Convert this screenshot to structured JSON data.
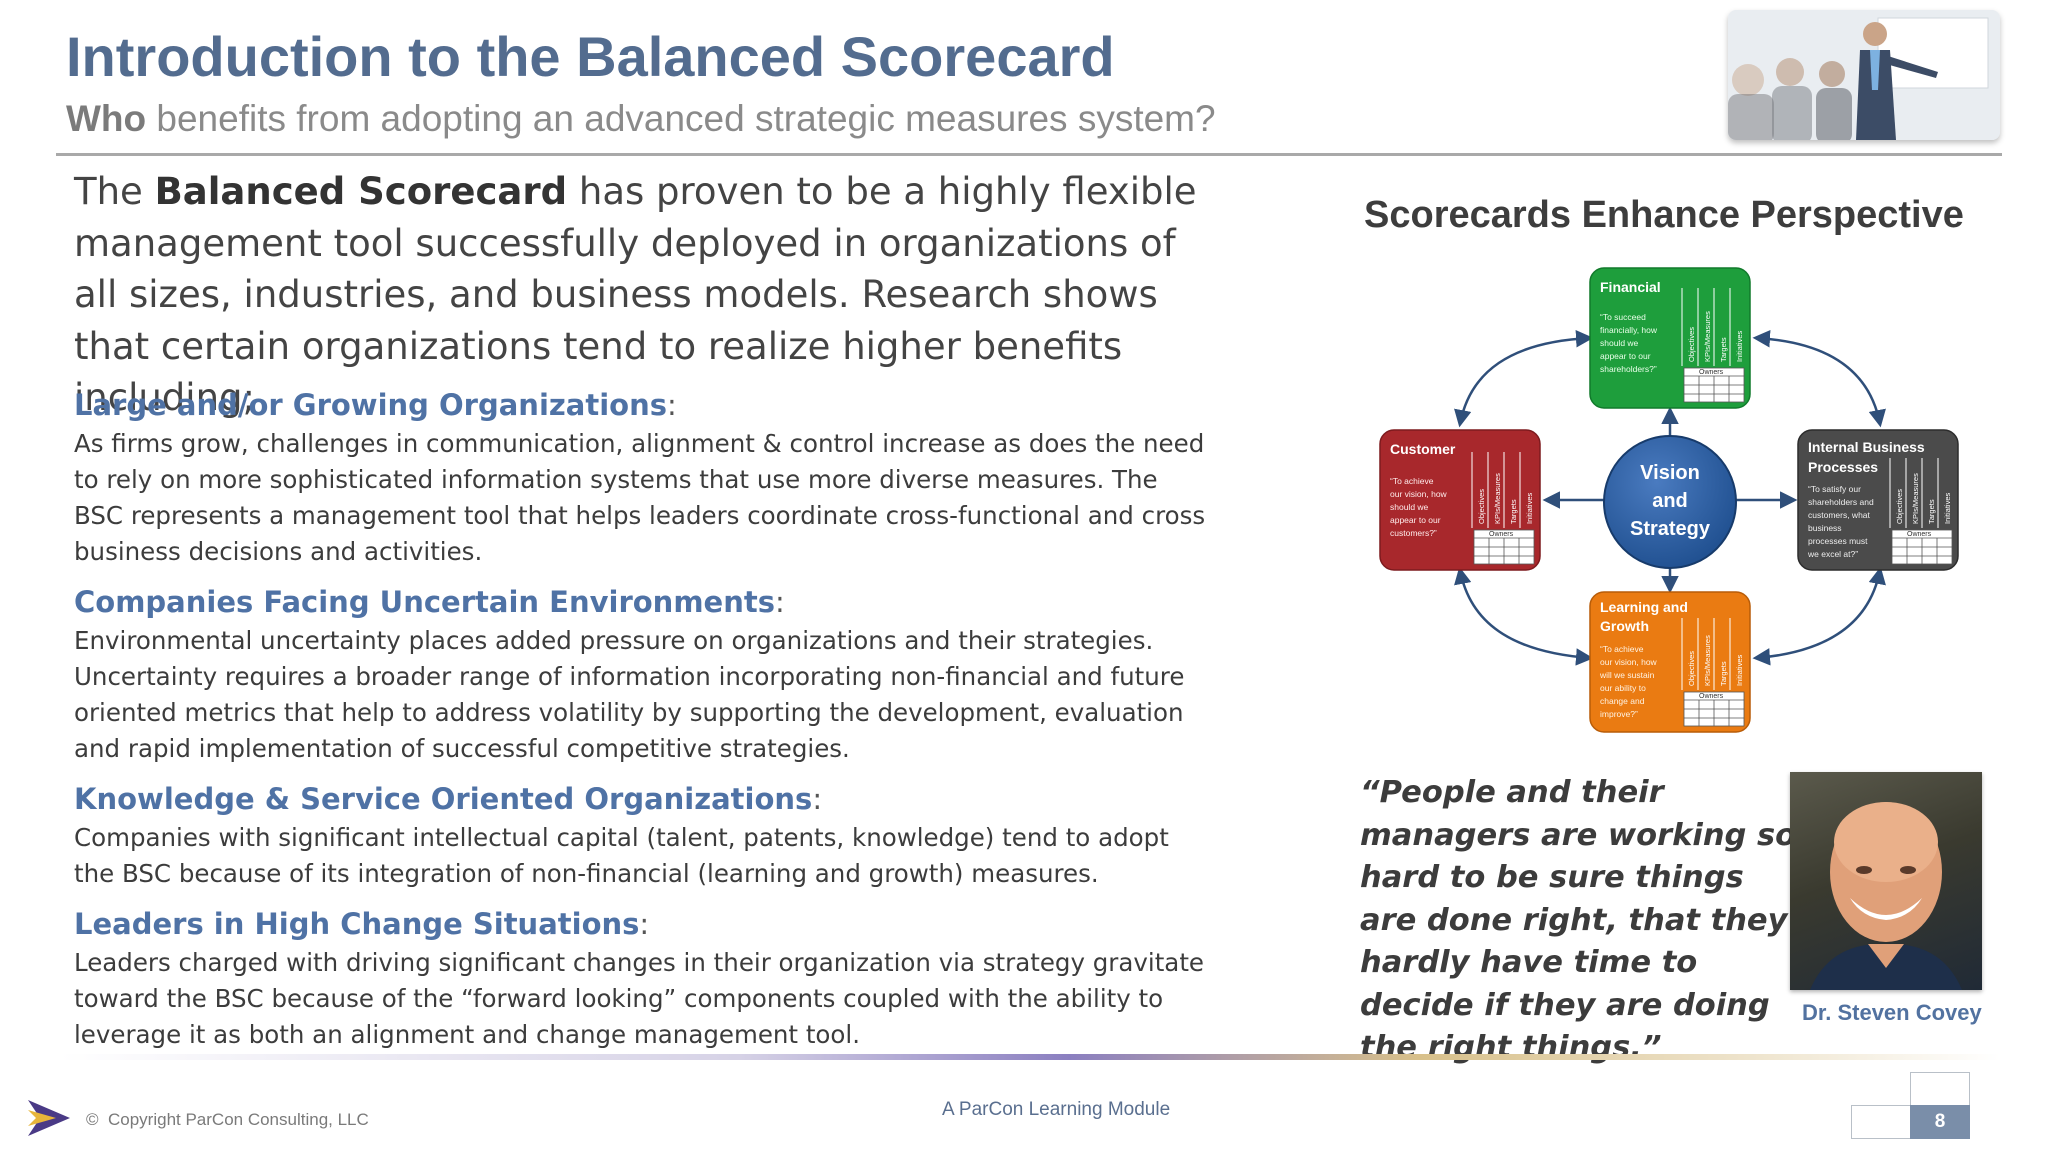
{
  "header": {
    "title": "Introduction to the Balanced Scorecard",
    "subtitle_lead": "Who",
    "subtitle_rest": " benefits from adopting an advanced strategic measures system?"
  },
  "intro": {
    "part1": "The ",
    "bold": "Balanced Scorecard",
    "part2": " has proven to be a highly flexible management tool successfully deployed in organizations of all sizes, industries, and business models.  Research shows that certain organizations tend to realize higher benefits including;"
  },
  "sections": [
    {
      "heading": "Large and/or Growing Organizations",
      "colon": ":",
      "body": "As firms grow, challenges in communication, alignment & control increase as does the need to rely on more sophisticated information systems that use more diverse measures.  The BSC represents a management tool that helps leaders coordinate cross-functional and cross business decisions and activities."
    },
    {
      "heading": "Companies Facing Uncertain Environments",
      "colon": ":",
      "body": "Environmental uncertainty places added pressure on organizations and their strategies. Uncertainty requires a broader range of information incorporating non-financial and future oriented metrics that help to address volatility by supporting the development, evaluation and rapid implementation of successful competitive strategies."
    },
    {
      "heading": "Knowledge & Service Oriented Organizations",
      "colon": ":",
      "body": "Companies with significant intellectual capital (talent, patents, knowledge) tend to adopt the BSC because of its integration of non-financial (learning and growth) measures."
    },
    {
      "heading": "Leaders in High Change Situations",
      "colon": ":",
      "body": "Leaders charged with driving significant changes in their organization via strategy gravitate toward the BSC because of the “forward looking” components coupled with the ability to leverage it as both an alignment and change management tool."
    }
  ],
  "diagram": {
    "title": "Scorecards Enhance Perspective",
    "center": [
      "Vision",
      "and",
      "Strategy"
    ],
    "column_labels": [
      "Objectives",
      "KPIs/Measures",
      "Targets",
      "Initiatives"
    ],
    "owners_label": "Owners",
    "boxes": {
      "financial": {
        "title": [
          "Financial"
        ],
        "question": [
          "“To succeed",
          "financially, how",
          "should we",
          "appear to our",
          "shareholders?”"
        ],
        "color": "#1e9e3c"
      },
      "customer": {
        "title": [
          "Customer"
        ],
        "question": [
          "“To achieve",
          "our vision, how",
          "should we",
          "appear to our",
          "customers?”"
        ],
        "color": "#a8282c"
      },
      "internal": {
        "title": [
          "Internal Business",
          "Processes"
        ],
        "question": [
          "“To satisfy our",
          "shareholders and",
          "customers, what",
          "business",
          "processes must",
          "we excel at?”"
        ],
        "color": "#4b4b4b"
      },
      "learning": {
        "title": [
          "Learning and",
          "Growth"
        ],
        "question": [
          "“To achieve",
          "our vision, how",
          "will we sustain",
          "our ability to",
          "change and",
          "improve?”"
        ],
        "color": "#ea7b12"
      }
    }
  },
  "quote": {
    "text": "“People and their managers are working so hard to be sure things are done right, that they hardly have time to decide if they are doing the right things.”",
    "author": "Dr. Steven Covey"
  },
  "footer": {
    "copyright_symbol": "©",
    "copyright": "Copyright ParCon Consulting, LLC",
    "module": "A ParCon Learning Module",
    "page_number": "8"
  },
  "icons": {
    "logo": "parcon-star-arrow-icon"
  }
}
